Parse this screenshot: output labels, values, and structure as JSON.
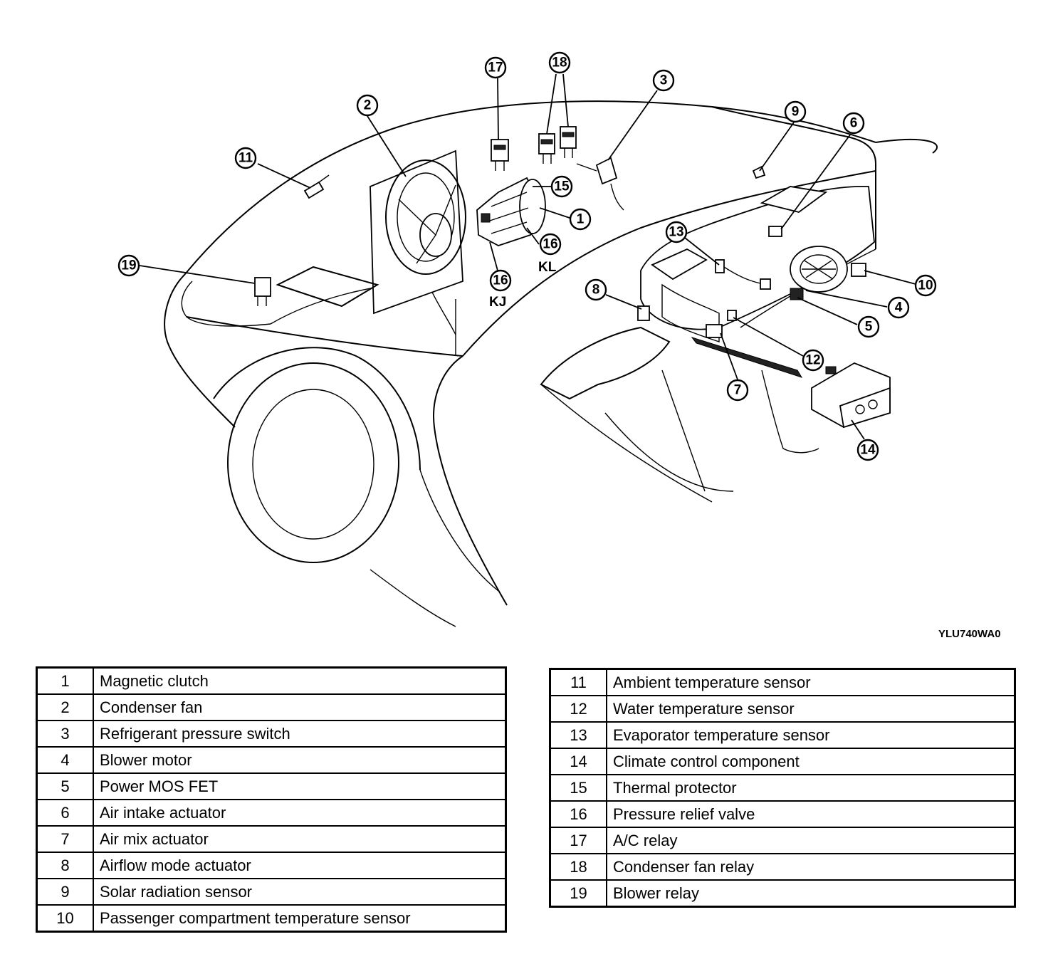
{
  "figure_code": "YLU740WA0",
  "callouts": [
    {
      "id": "c1",
      "number": "1"
    },
    {
      "id": "c2",
      "number": "2"
    },
    {
      "id": "c3",
      "number": "3"
    },
    {
      "id": "c4",
      "number": "4"
    },
    {
      "id": "c5",
      "number": "5"
    },
    {
      "id": "c6",
      "number": "6"
    },
    {
      "id": "c7",
      "number": "7"
    },
    {
      "id": "c8",
      "number": "8"
    },
    {
      "id": "c9",
      "number": "9"
    },
    {
      "id": "c10",
      "number": "10"
    },
    {
      "id": "c11",
      "number": "11"
    },
    {
      "id": "c12",
      "number": "12"
    },
    {
      "id": "c13",
      "number": "13"
    },
    {
      "id": "c14",
      "number": "14"
    },
    {
      "id": "c15",
      "number": "15"
    },
    {
      "id": "c16a",
      "number": "16"
    },
    {
      "id": "c16b",
      "number": "16"
    },
    {
      "id": "c17",
      "number": "17"
    },
    {
      "id": "c18",
      "number": "18"
    },
    {
      "id": "c19",
      "number": "19"
    }
  ],
  "variants": {
    "kl": "KL",
    "kj": "KJ"
  },
  "legend_left": [
    {
      "num": "1",
      "name": "Magnetic clutch"
    },
    {
      "num": "2",
      "name": "Condenser fan"
    },
    {
      "num": "3",
      "name": "Refrigerant pressure switch"
    },
    {
      "num": "4",
      "name": "Blower motor"
    },
    {
      "num": "5",
      "name": "Power MOS FET"
    },
    {
      "num": "6",
      "name": "Air intake actuator"
    },
    {
      "num": "7",
      "name": "Air mix actuator"
    },
    {
      "num": "8",
      "name": "Airflow mode actuator"
    },
    {
      "num": "9",
      "name": "Solar radiation sensor"
    },
    {
      "num": "10",
      "name": "Passenger compartment temperature sensor"
    }
  ],
  "legend_right": [
    {
      "num": "11",
      "name": "Ambient temperature sensor"
    },
    {
      "num": "12",
      "name": "Water temperature sensor"
    },
    {
      "num": "13",
      "name": "Evaporator temperature sensor"
    },
    {
      "num": "14",
      "name": "Climate control component"
    },
    {
      "num": "15",
      "name": "Thermal protector"
    },
    {
      "num": "16",
      "name": "Pressure relief valve"
    },
    {
      "num": "17",
      "name": "A/C relay"
    },
    {
      "num": "18",
      "name": "Condenser fan relay"
    },
    {
      "num": "19",
      "name": "Blower relay"
    }
  ]
}
